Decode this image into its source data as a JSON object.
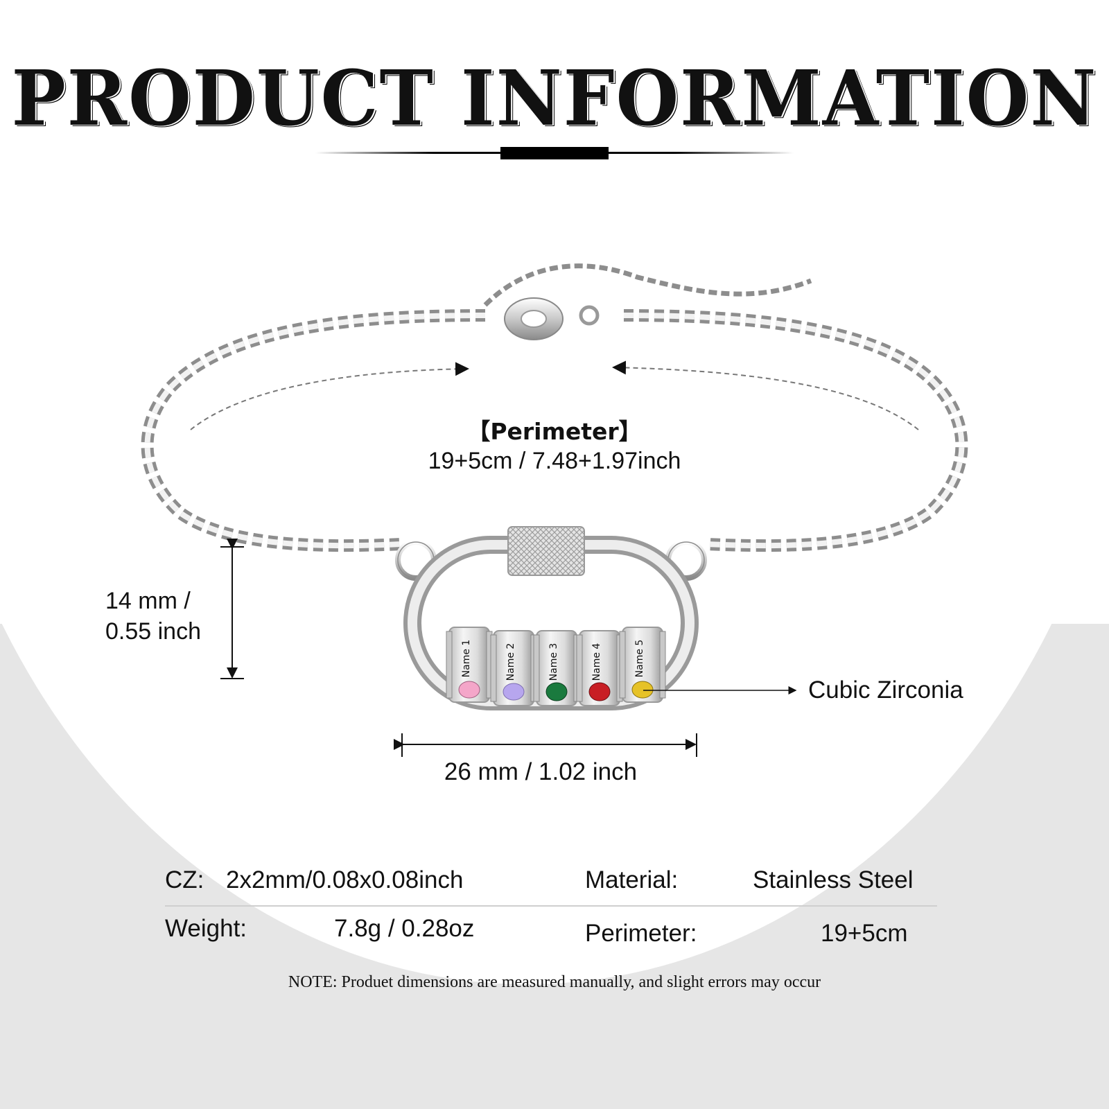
{
  "header": {
    "title": "PRODUCT INFORMATION"
  },
  "product": {
    "type": "bracelet",
    "beads": [
      {
        "label": "Name 1",
        "stone_color": "#f4a6c9"
      },
      {
        "label": "Name 2",
        "stone_color": "#b7a6ee"
      },
      {
        "label": "Name 3",
        "stone_color": "#1a7a3e"
      },
      {
        "label": "Name 4",
        "stone_color": "#c81e24"
      },
      {
        "label": "Name 5",
        "stone_color": "#e6c227"
      }
    ]
  },
  "dimensions": {
    "perimeter_heading": "【Perimeter】",
    "perimeter_value": "19+5cm / 7.48+1.97inch",
    "height_line1": "14 mm /",
    "height_line2": "0.55 inch",
    "width": "26 mm / 1.02 inch",
    "stone_callout": "Cubic Zirconia"
  },
  "specs": {
    "cz_label": "CZ:",
    "cz_value": "2x2mm/0.08x0.08inch",
    "material_label": "Material:",
    "material_value": "Stainless Steel",
    "weight_label": "Weight:",
    "weight_value": "7.8g / 0.28oz",
    "perimeter_label": "Perimeter:",
    "perimeter_value": "19+5cm"
  },
  "note": "NOTE: Produet dimensions are measured manually, and slight errors may occur",
  "colors": {
    "background_gray": "#e6e6e6",
    "text": "#111111"
  }
}
